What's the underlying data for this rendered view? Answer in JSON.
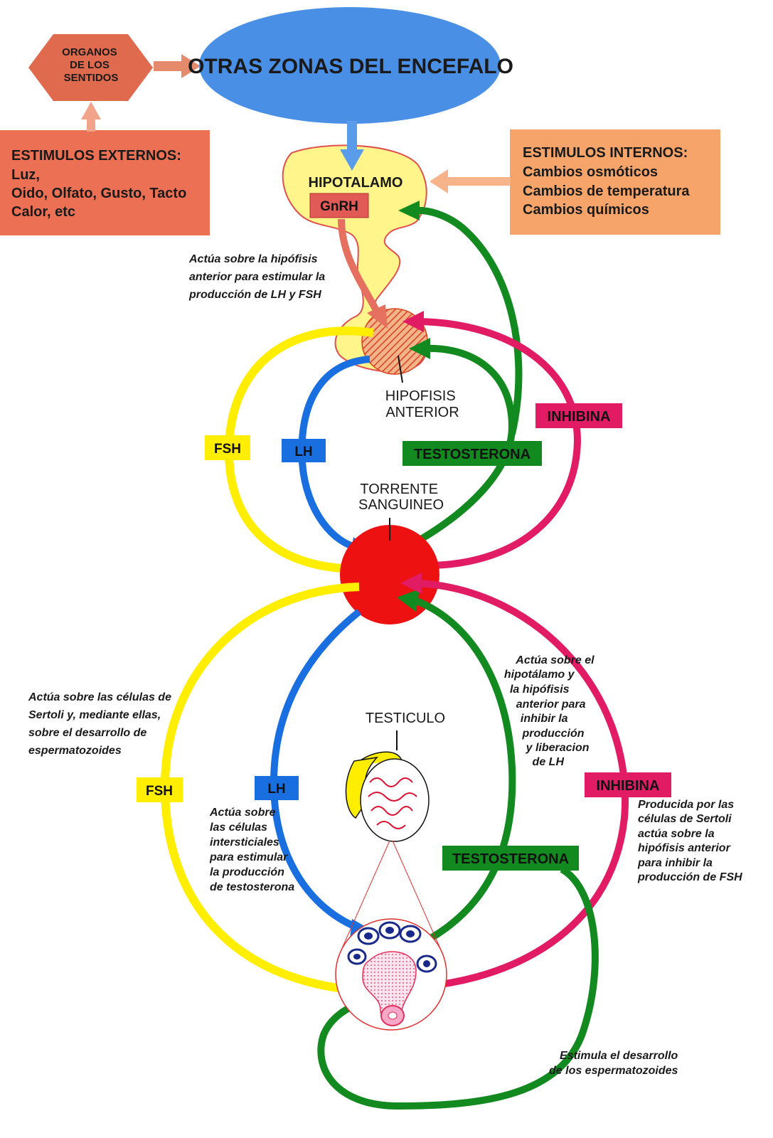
{
  "nodes": {
    "organos": [
      "ORGANOS",
      "DE LOS",
      "SENTIDOS"
    ],
    "encefalo": "OTRAS ZONAS DEL ENCEFALO",
    "externos": [
      "ESTIMULOS EXTERNOS:",
      "Luz,",
      "Oido, Olfato, Gusto, Tacto",
      "Calor, etc"
    ],
    "internos": [
      "ESTIMULOS INTERNOS:",
      "Cambios osmóticos",
      "Cambios de temperatura",
      "Cambios químicos"
    ],
    "hipotalamo": "HIPOTALAMO",
    "gnrh": "GnRH",
    "hipofisis": [
      "HIPOFISIS",
      "ANTERIOR"
    ],
    "torrente": [
      "TORRENTE",
      "SANGUINEO"
    ],
    "testiculo": "TESTICULO"
  },
  "hormones": {
    "fsh": "FSH",
    "lh": "LH",
    "testosterona": "TESTOSTERONA",
    "inhibina": "INHIBINA"
  },
  "notes": {
    "gnrh_action": [
      "Actúa sobre la hipófisis",
      "anterior para estimular la",
      "producción de LH y FSH"
    ],
    "fsh_action": [
      "Actúa sobre las células de",
      "Sertoli y, mediante ellas,",
      "sobre el desarrollo de",
      "espermatozoides"
    ],
    "lh_action": [
      "Actúa sobre",
      "las células",
      "intersticiales",
      "para estimular",
      "la producción",
      "de testosterona"
    ],
    "testo_action": [
      "Actúa sobre el",
      "hipotálamo y",
      "la hipófisis",
      "anterior para",
      "inhibir la",
      "producción",
      "y liberacion",
      "de LH"
    ],
    "inhibina_action": [
      "Producida por las",
      "células de Sertoli",
      "actúa sobre la",
      "hipófisis anterior",
      "para inhibir la",
      "producción de FSH"
    ],
    "sperm_action": [
      "Estimula el desarrollo",
      "de los espermatozoides"
    ]
  },
  "colors": {
    "fsh": "#ffee00",
    "lh": "#1a6fe0",
    "testosterona": "#128a1f",
    "inhibina": "#e21c64",
    "encefalo": "#4a8fe6",
    "organos": "#e06a4e",
    "externos": "#ec7154",
    "internos": "#f6a469",
    "hipotalamo": "#fff58a",
    "torrente": "#ee1111",
    "gnrh": "#e25a56"
  }
}
